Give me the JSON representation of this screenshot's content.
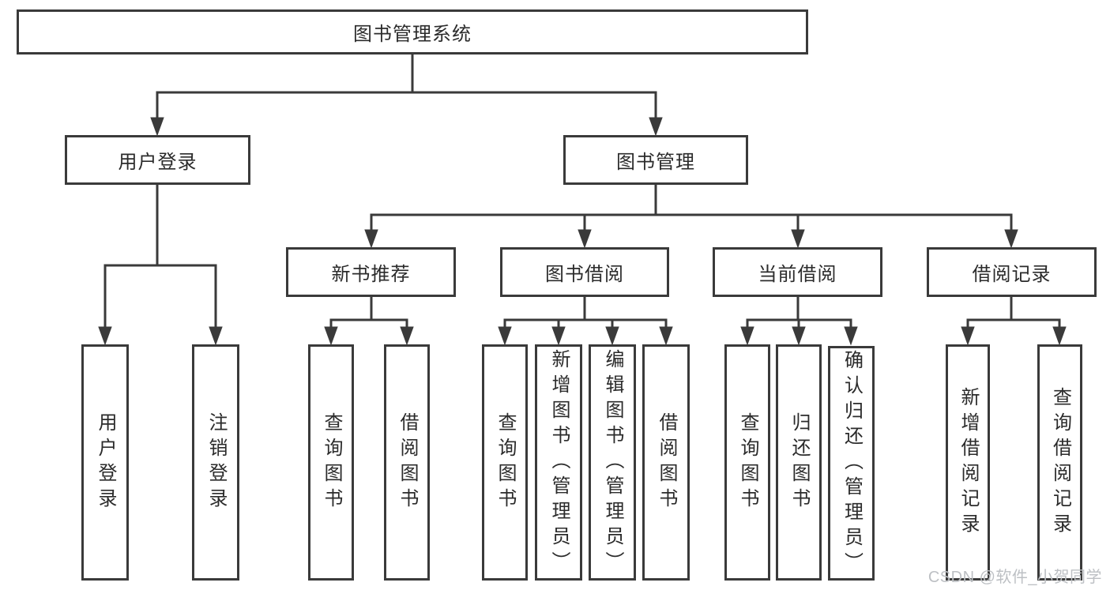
{
  "diagram": {
    "root": {
      "label": "图书管理系统"
    },
    "level2": [
      {
        "label": "用户登录",
        "children": [
          {
            "label": "用户登录"
          },
          {
            "label": "注销登录"
          }
        ]
      },
      {
        "label": "图书管理",
        "children": [
          {
            "label": "新书推荐",
            "children": [
              {
                "label": "查询图书"
              },
              {
                "label": "借阅图书"
              }
            ]
          },
          {
            "label": "图书借阅",
            "children": [
              {
                "label": "查询图书"
              },
              {
                "label": "新增图书（管理员）"
              },
              {
                "label": "编辑图书（管理员）"
              },
              {
                "label": "借阅图书"
              }
            ]
          },
          {
            "label": "当前借阅",
            "children": [
              {
                "label": "查询图书"
              },
              {
                "label": "归还图书"
              },
              {
                "label": "确认归还（管理员）"
              }
            ]
          },
          {
            "label": "借阅记录",
            "children": [
              {
                "label": "新增借阅记录"
              },
              {
                "label": "查询借阅记录"
              }
            ]
          }
        ]
      }
    ]
  },
  "watermark": {
    "text": "CSDN @软件_小贺同学"
  },
  "colors": {
    "line": "#3a3a3a",
    "border": "#3a3a3a",
    "text": "#2b2b2b",
    "background": "#ffffff",
    "watermark": "#bdc0c4"
  }
}
